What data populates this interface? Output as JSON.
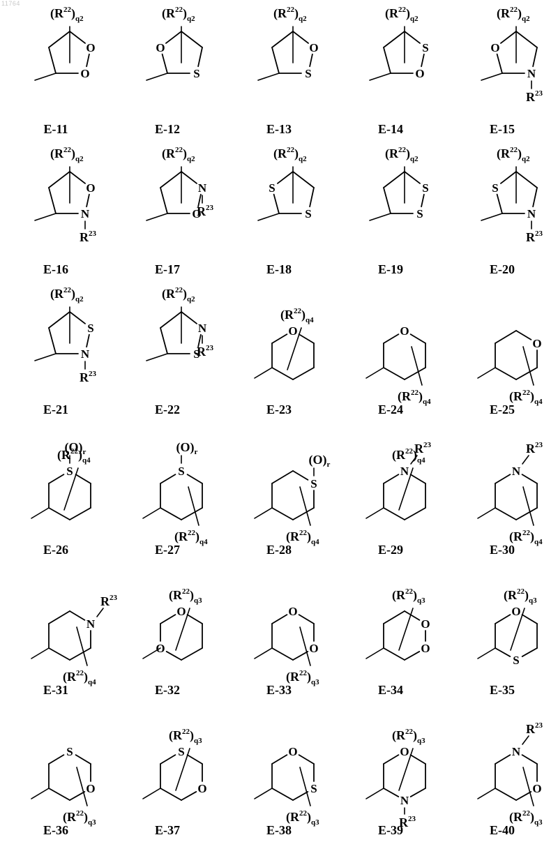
{
  "document_id": "11764",
  "atom_labels": {
    "oxygen": "O",
    "sulfur": "S",
    "nitrogen": "N",
    "oxide": "(O)",
    "oxide_count": "r"
  },
  "substituents": {
    "r22": {
      "base": "(R",
      "superscript": "22",
      "close": ")"
    },
    "r23": {
      "base": "R",
      "superscript": "23"
    },
    "subscripts": {
      "q2": "q2",
      "q3": "q3",
      "q4": "q4"
    }
  },
  "structures": [
    {
      "label": "E-11",
      "ring_size": 5,
      "heteroatoms": [
        "O",
        "O"
      ],
      "substituents": [
        "(R22)q2"
      ]
    },
    {
      "label": "E-12",
      "ring_size": 5,
      "heteroatoms": [
        "O",
        "S"
      ],
      "substituents": [
        "(R22)q2"
      ]
    },
    {
      "label": "E-13",
      "ring_size": 5,
      "heteroatoms": [
        "O",
        "S"
      ],
      "substituents": [
        "(R22)q2"
      ]
    },
    {
      "label": "E-14",
      "ring_size": 5,
      "heteroatoms": [
        "S",
        "O"
      ],
      "substituents": [
        "(R22)q2"
      ]
    },
    {
      "label": "E-15",
      "ring_size": 5,
      "heteroatoms": [
        "O",
        "N"
      ],
      "substituents": [
        "(R22)q2",
        "R23"
      ]
    },
    {
      "label": "E-16",
      "ring_size": 5,
      "heteroatoms": [
        "O",
        "N"
      ],
      "substituents": [
        "(R22)q2",
        "R23"
      ]
    },
    {
      "label": "E-17",
      "ring_size": 5,
      "heteroatoms": [
        "N",
        "O"
      ],
      "substituents": [
        "(R22)q2",
        "R23"
      ]
    },
    {
      "label": "E-18",
      "ring_size": 5,
      "heteroatoms": [
        "S",
        "S"
      ],
      "substituents": [
        "(R22)q2"
      ]
    },
    {
      "label": "E-19",
      "ring_size": 5,
      "heteroatoms": [
        "S",
        "S"
      ],
      "substituents": [
        "(R22)q2"
      ]
    },
    {
      "label": "E-20",
      "ring_size": 5,
      "heteroatoms": [
        "S",
        "N"
      ],
      "substituents": [
        "(R22)q2",
        "R23"
      ]
    },
    {
      "label": "E-21",
      "ring_size": 5,
      "heteroatoms": [
        "S",
        "N"
      ],
      "substituents": [
        "(R22)q2",
        "R23"
      ]
    },
    {
      "label": "E-22",
      "ring_size": 5,
      "heteroatoms": [
        "N",
        "S"
      ],
      "substituents": [
        "(R22)q2",
        "R23"
      ]
    },
    {
      "label": "E-23",
      "ring_size": 6,
      "heteroatoms": [
        "O"
      ],
      "substituents": [
        "(R22)q4"
      ]
    },
    {
      "label": "E-24",
      "ring_size": 6,
      "heteroatoms": [
        "O"
      ],
      "substituents": [
        "(R22)q4"
      ]
    },
    {
      "label": "E-25",
      "ring_size": 6,
      "heteroatoms": [
        "O"
      ],
      "substituents": [
        "(R22)q4"
      ]
    },
    {
      "label": "E-26",
      "ring_size": 6,
      "heteroatoms": [
        "S"
      ],
      "substituents": [
        "(O)r",
        "(R22)q4"
      ]
    },
    {
      "label": "E-27",
      "ring_size": 6,
      "heteroatoms": [
        "S"
      ],
      "substituents": [
        "(O)r",
        "(R22)q4"
      ]
    },
    {
      "label": "E-28",
      "ring_size": 6,
      "heteroatoms": [
        "S"
      ],
      "substituents": [
        "(O)r",
        "(R22)q4"
      ]
    },
    {
      "label": "E-29",
      "ring_size": 6,
      "heteroatoms": [
        "N"
      ],
      "substituents": [
        "R23",
        "(R22)q4"
      ]
    },
    {
      "label": "E-30",
      "ring_size": 6,
      "heteroatoms": [
        "N"
      ],
      "substituents": [
        "R23",
        "(R22)q4"
      ]
    },
    {
      "label": "E-31",
      "ring_size": 6,
      "heteroatoms": [
        "N"
      ],
      "substituents": [
        "R23",
        "(R22)q4"
      ]
    },
    {
      "label": "E-32",
      "ring_size": 6,
      "heteroatoms": [
        "O",
        "O"
      ],
      "substituents": [
        "(R22)q3"
      ]
    },
    {
      "label": "E-33",
      "ring_size": 6,
      "heteroatoms": [
        "O",
        "O"
      ],
      "substituents": [
        "(R22)q3"
      ]
    },
    {
      "label": "E-34",
      "ring_size": 6,
      "heteroatoms": [
        "O",
        "O"
      ],
      "substituents": [
        "(R22)q3"
      ]
    },
    {
      "label": "E-35",
      "ring_size": 6,
      "heteroatoms": [
        "O",
        "S"
      ],
      "substituents": [
        "(R22)q3"
      ]
    },
    {
      "label": "E-36",
      "ring_size": 6,
      "heteroatoms": [
        "S",
        "O"
      ],
      "substituents": [
        "(R22)q3"
      ]
    },
    {
      "label": "E-37",
      "ring_size": 6,
      "heteroatoms": [
        "S",
        "O"
      ],
      "substituents": [
        "(R22)q3"
      ]
    },
    {
      "label": "E-38",
      "ring_size": 6,
      "heteroatoms": [
        "O",
        "S"
      ],
      "substituents": [
        "(R22)q3"
      ]
    },
    {
      "label": "E-39",
      "ring_size": 6,
      "heteroatoms": [
        "O",
        "N"
      ],
      "substituents": [
        "(R22)q3",
        "R23"
      ]
    },
    {
      "label": "E-40",
      "ring_size": 6,
      "heteroatoms": [
        "N",
        "O"
      ],
      "substituents": [
        "R23",
        "(R22)q3"
      ]
    }
  ]
}
